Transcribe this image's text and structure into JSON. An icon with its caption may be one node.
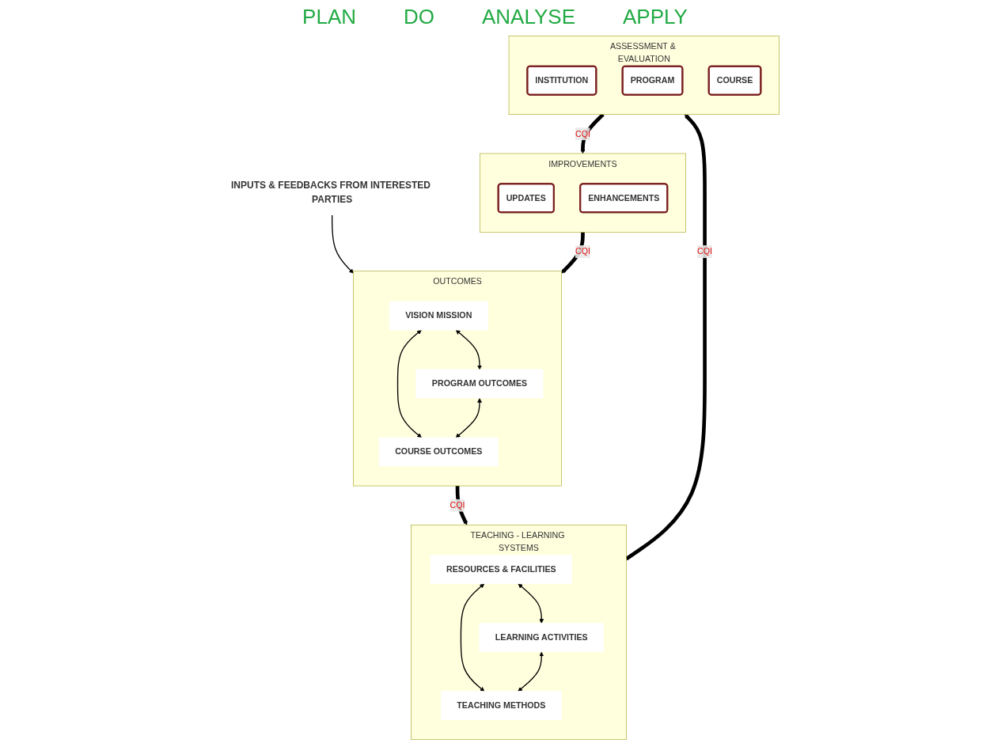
{
  "diagram": {
    "nodes": [
      {
        "text": [
          "INPUTS & FEEDBACKS FROM INTERESTED PARTIES"
        ]
      },
      {
        "text": [
          "OUTCOMES"
        ]
      },
      {
        "text": [
          "VISION MISSION"
        ],
        "in": 1
      },
      {
        "text": [
          "PROGRAM OUTCOMES"
        ],
        "in": 1
      },
      {
        "text": [
          "COURSE OUTCOMES"
        ],
        "in": 1
      },
      {
        "text": [
          "TEACHING - LEARNING SYSTEMS"
        ]
      },
      {
        "text": [
          "RESOURCES & FACILITIES"
        ],
        "in": 5
      },
      {
        "text": [
          "LEARNING ACTIVITIES"
        ],
        "in": 5
      },
      {
        "text": [
          "TEACHING METHODS"
        ],
        "in": 5
      },
      {
        "text": [
          "IMPROVEMENTS"
        ]
      },
      {
        "text": [
          "UPDATES"
        ],
        "in": 9
      },
      {
        "text": [
          "ENHANCEMENTS"
        ],
        "in": 9
      },
      {
        "text": [
          "ASSESSMENT & EVALUATION"
        ]
      },
      {
        "text": [
          "INSTITUTION"
        ],
        "in": 12
      },
      {
        "text": [
          "PROGRAM"
        ],
        "in": 12
      },
      {
        "text": [
          "COURSE"
        ],
        "in": 12
      }
    ],
    "edges": [
      {
        "from": 0,
        "to": 1,
        "arrow": "to"
      },
      {
        "from": 2,
        "to": 3,
        "arrow": "both"
      },
      {
        "from": 2,
        "to": 4,
        "arrow": "both"
      },
      {
        "from": 3,
        "to": 4,
        "arrow": "both"
      },
      {
        "from": 6,
        "to": 7,
        "arrow": "both"
      },
      {
        "from": 6,
        "to": 8,
        "arrow": "both"
      },
      {
        "from": 7,
        "to": 8,
        "arrow": "both"
      },
      {
        "from": 1,
        "to": 5,
        "arrow": "to",
        "label": "CQI",
        "style": "thick"
      },
      {
        "from": 5,
        "to": 12,
        "arrow": "to",
        "label": "CQI",
        "style": "thick"
      },
      {
        "from": 12,
        "to": 9,
        "arrow": "to",
        "label": "CQI",
        "style": "thick"
      },
      {
        "from": 9,
        "to": 1,
        "arrow": "to",
        "label": "CQI",
        "style": "thick"
      }
    ],
    "labels": [
      "PLAN",
      "DO",
      "ANALYSE",
      "APPLY"
    ]
  }
}
